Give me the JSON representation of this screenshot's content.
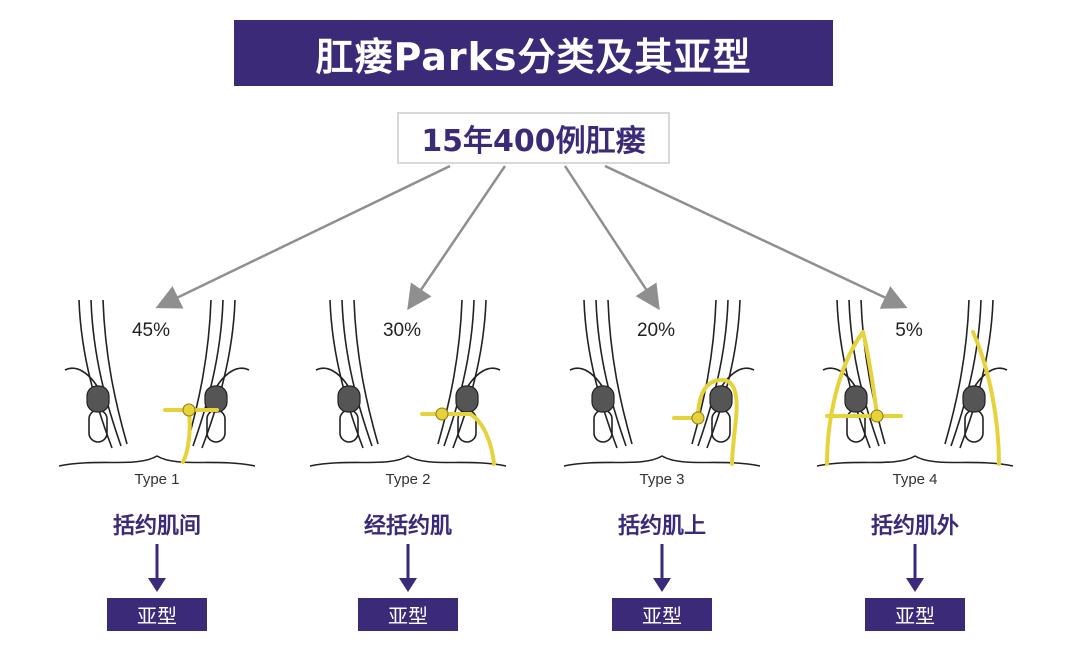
{
  "header": {
    "title": "肛瘘Parks分类及其亚型"
  },
  "subtitle": {
    "text": "15年400例肛瘘"
  },
  "colors": {
    "accent": "#3a2a78",
    "fistula": "#e6d23a",
    "arrow": "#8f8f8f"
  },
  "panels": [
    {
      "percent": "45%",
      "type": "Type 1",
      "category": "括约肌间",
      "sub": "亚型"
    },
    {
      "percent": "30%",
      "type": "Type 2",
      "category": "经括约肌",
      "sub": "亚型"
    },
    {
      "percent": "20%",
      "type": "Type 3",
      "category": "括约肌上",
      "sub": "亚型"
    },
    {
      "percent": "5%",
      "type": "Type 4",
      "category": "括约肌外",
      "sub": "亚型"
    }
  ]
}
